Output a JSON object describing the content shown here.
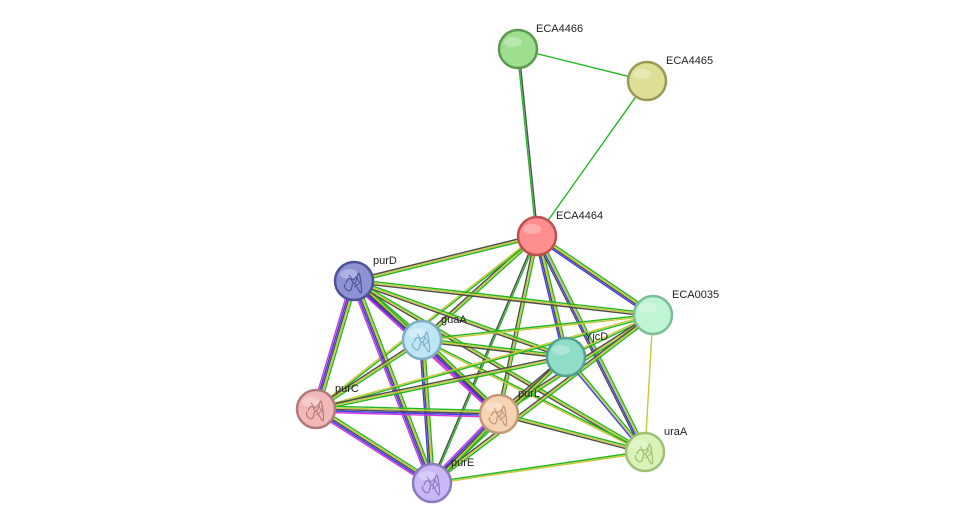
{
  "nodes": [
    {
      "id": "ECA4466",
      "label": "ECA4466",
      "fill": "#9ede8f",
      "stroke": "#5d9a50",
      "structure": false
    },
    {
      "id": "ECA4465",
      "label": "ECA4465",
      "fill": "#dede97",
      "stroke": "#9a9a55",
      "structure": false
    },
    {
      "id": "ECA4464",
      "label": "ECA4464",
      "fill": "#ff8f8f",
      "stroke": "#c05050",
      "structure": false
    },
    {
      "id": "purD",
      "label": "purD",
      "fill": "#8e93d6",
      "stroke": "#4e5398",
      "structure": true
    },
    {
      "id": "ECA0035",
      "label": "ECA0035",
      "fill": "#bff5d3",
      "stroke": "#7bbf98",
      "structure": false
    },
    {
      "id": "guaA",
      "label": "guaA",
      "fill": "#bfe6f7",
      "stroke": "#7eaec4",
      "structure": true
    },
    {
      "id": "YjcD",
      "label": "YjcD",
      "fill": "#8fdcc9",
      "stroke": "#52a08e",
      "structure": false
    },
    {
      "id": "purC",
      "label": "purC",
      "fill": "#f2b8b8",
      "stroke": "#b07b7b",
      "structure": true
    },
    {
      "id": "purL",
      "label": "purL",
      "fill": "#f7d3b3",
      "stroke": "#bf9a78",
      "structure": true
    },
    {
      "id": "uraA",
      "label": "uraA",
      "fill": "#d9f3b6",
      "stroke": "#9dbf78",
      "structure": true
    },
    {
      "id": "purE",
      "label": "purE",
      "fill": "#c9b8f5",
      "stroke": "#8a7abf",
      "structure": true
    }
  ],
  "edges": [
    {
      "from": "ECA4466",
      "to": "ECA4464",
      "colors": [
        "#4c4c4c",
        "#23b823"
      ]
    },
    {
      "from": "ECA4466",
      "to": "ECA4465",
      "colors": [
        "#23b823"
      ]
    },
    {
      "from": "ECA4465",
      "to": "ECA4464",
      "colors": [
        "#23b823"
      ]
    },
    {
      "from": "ECA4464",
      "to": "purD",
      "colors": [
        "#23b823",
        "#c8c83a",
        "#4c4c4c"
      ]
    },
    {
      "from": "ECA4464",
      "to": "guaA",
      "colors": [
        "#23b823",
        "#c8c83a",
        "#4c4c4c"
      ]
    },
    {
      "from": "ECA4464",
      "to": "ECA0035",
      "colors": [
        "#23b823",
        "#c8c83a",
        "#4c4c4c",
        "#3a3af0"
      ]
    },
    {
      "from": "ECA4464",
      "to": "YjcD",
      "colors": [
        "#23b823",
        "#c8c83a",
        "#4c4c4c",
        "#3a3af0"
      ]
    },
    {
      "from": "ECA4464",
      "to": "purC",
      "colors": [
        "#23b823",
        "#c8c83a"
      ]
    },
    {
      "from": "ECA4464",
      "to": "purL",
      "colors": [
        "#23b823",
        "#c8c83a",
        "#4c4c4c"
      ]
    },
    {
      "from": "ECA4464",
      "to": "uraA",
      "colors": [
        "#23b823",
        "#c8c83a",
        "#3a3af0",
        "#4c4c4c"
      ]
    },
    {
      "from": "ECA4464",
      "to": "purE",
      "colors": [
        "#23b823",
        "#4c4c4c"
      ]
    },
    {
      "from": "purD",
      "to": "guaA",
      "colors": [
        "#23b823",
        "#c8c83a",
        "#4c4c4c",
        "#3a3af0",
        "#d23ad2"
      ]
    },
    {
      "from": "purD",
      "to": "ECA0035",
      "colors": [
        "#23b823",
        "#c8c83a",
        "#4c4c4c"
      ]
    },
    {
      "from": "purD",
      "to": "YjcD",
      "colors": [
        "#23b823",
        "#c8c83a",
        "#4c4c4c"
      ]
    },
    {
      "from": "purD",
      "to": "purC",
      "colors": [
        "#23b823",
        "#c8c83a",
        "#4c4c4c",
        "#3a3af0",
        "#d23ad2"
      ]
    },
    {
      "from": "purD",
      "to": "purL",
      "colors": [
        "#23b823",
        "#c8c83a",
        "#4c4c4c",
        "#3a3af0",
        "#d23ad2"
      ]
    },
    {
      "from": "purD",
      "to": "purE",
      "colors": [
        "#23b823",
        "#c8c83a",
        "#4c4c4c",
        "#3a3af0",
        "#d23ad2"
      ]
    },
    {
      "from": "purD",
      "to": "uraA",
      "colors": [
        "#23b823",
        "#c8c83a",
        "#4c4c4c"
      ]
    },
    {
      "from": "guaA",
      "to": "ECA0035",
      "colors": [
        "#23b823",
        "#c8c83a"
      ]
    },
    {
      "from": "guaA",
      "to": "YjcD",
      "colors": [
        "#23b823",
        "#c8c83a",
        "#4c4c4c"
      ]
    },
    {
      "from": "guaA",
      "to": "purC",
      "colors": [
        "#23b823",
        "#c8c83a",
        "#4c4c4c"
      ]
    },
    {
      "from": "guaA",
      "to": "purL",
      "colors": [
        "#23b823",
        "#c8c83a",
        "#4c4c4c",
        "#3a3af0",
        "#d23ad2"
      ]
    },
    {
      "from": "guaA",
      "to": "purE",
      "colors": [
        "#23b823",
        "#c8c83a",
        "#4c4c4c",
        "#3a3af0"
      ]
    },
    {
      "from": "guaA",
      "to": "uraA",
      "colors": [
        "#23b823",
        "#c8c83a"
      ]
    },
    {
      "from": "ECA0035",
      "to": "YjcD",
      "colors": [
        "#23b823",
        "#c8c83a"
      ]
    },
    {
      "from": "ECA0035",
      "to": "purC",
      "colors": [
        "#23b823",
        "#c8c83a"
      ]
    },
    {
      "from": "ECA0035",
      "to": "purL",
      "colors": [
        "#23b823",
        "#c8c83a",
        "#4c4c4c"
      ]
    },
    {
      "from": "ECA0035",
      "to": "purE",
      "colors": [
        "#23b823",
        "#c8c83a",
        "#4c4c4c"
      ]
    },
    {
      "from": "ECA0035",
      "to": "uraA",
      "colors": [
        "#c8c83a"
      ]
    },
    {
      "from": "YjcD",
      "to": "purC",
      "colors": [
        "#23b823",
        "#c8c83a",
        "#4c4c4c"
      ]
    },
    {
      "from": "YjcD",
      "to": "purL",
      "colors": [
        "#23b823",
        "#c8c83a",
        "#4c4c4c"
      ]
    },
    {
      "from": "YjcD",
      "to": "purE",
      "colors": [
        "#23b823",
        "#c8c83a",
        "#4c4c4c"
      ]
    },
    {
      "from": "YjcD",
      "to": "uraA",
      "colors": [
        "#23b823",
        "#c8c83a",
        "#3a3af0"
      ]
    },
    {
      "from": "purC",
      "to": "purL",
      "colors": [
        "#23b823",
        "#c8c83a",
        "#4c4c4c",
        "#3a3af0",
        "#d23ad2"
      ]
    },
    {
      "from": "purC",
      "to": "purE",
      "colors": [
        "#23b823",
        "#c8c83a",
        "#4c4c4c",
        "#3a3af0",
        "#d23ad2"
      ]
    },
    {
      "from": "purL",
      "to": "purE",
      "colors": [
        "#23b823",
        "#c8c83a",
        "#4c4c4c",
        "#3a3af0",
        "#d23ad2"
      ]
    },
    {
      "from": "purL",
      "to": "uraA",
      "colors": [
        "#23b823",
        "#c8c83a",
        "#4c4c4c"
      ]
    },
    {
      "from": "purE",
      "to": "uraA",
      "colors": [
        "#23b823",
        "#c8c83a"
      ]
    }
  ]
}
